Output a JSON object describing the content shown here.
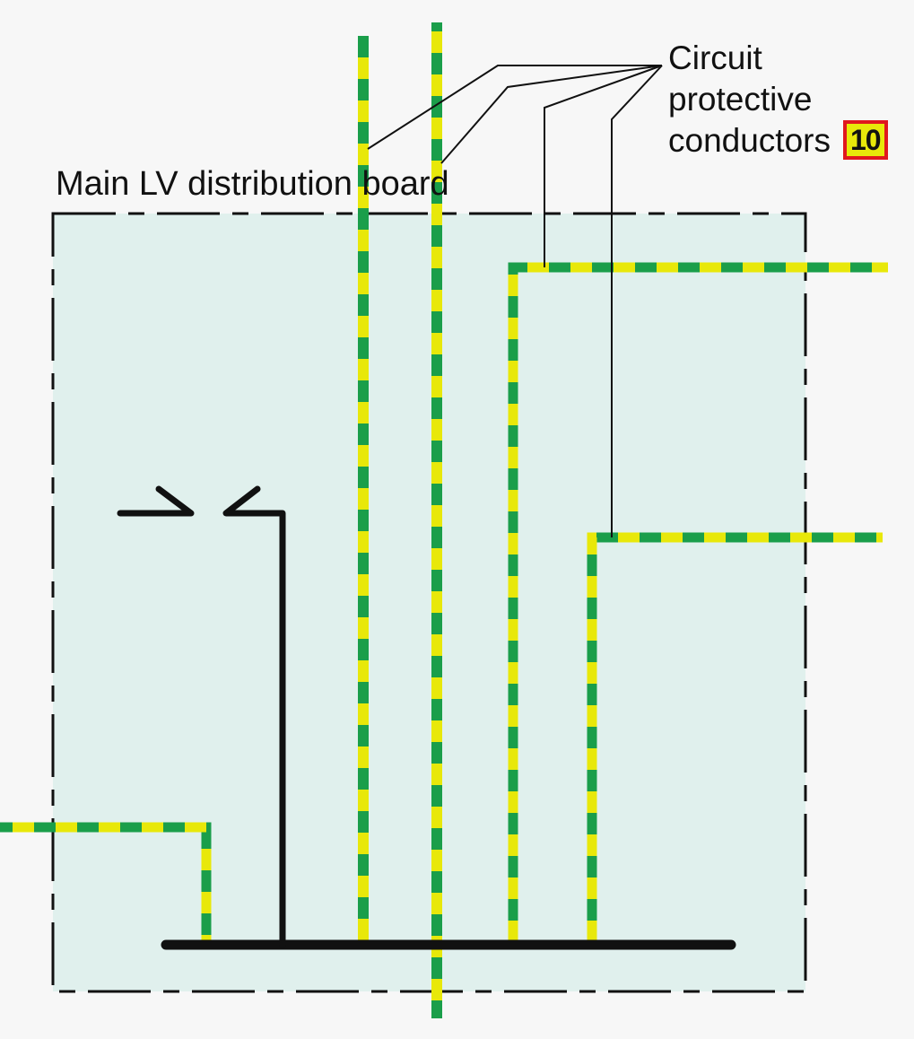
{
  "diagram": {
    "board_label": "Main LV distribution board",
    "callout": {
      "line1": "Circuit",
      "line2": "protective",
      "line3": "conductors",
      "badge": "10"
    },
    "colors": {
      "background": "#f7f7f7",
      "board_fill": "#e0f0ed",
      "conductor_green": "#1a9e4a",
      "conductor_yellow": "#e8e80a",
      "busbar": "#111111",
      "badge_fill": "#e8e80a",
      "badge_border": "#e0181e"
    },
    "elements": [
      {
        "id": "board-enclosure",
        "type": "dash-dot rectangle"
      },
      {
        "id": "earth-busbar",
        "type": "thick black bar"
      },
      {
        "id": "isolating-link",
        "type": "disconnector symbol"
      },
      {
        "id": "cpc-1",
        "type": "green-yellow conductor, vertical exits top"
      },
      {
        "id": "cpc-2",
        "type": "green-yellow conductor, vertical exits top and bottom"
      },
      {
        "id": "cpc-3",
        "type": "green-yellow conductor, exits right upper"
      },
      {
        "id": "cpc-4",
        "type": "green-yellow conductor, exits right lower"
      },
      {
        "id": "incoming-earth",
        "type": "green-yellow conductor, exits left"
      }
    ]
  }
}
